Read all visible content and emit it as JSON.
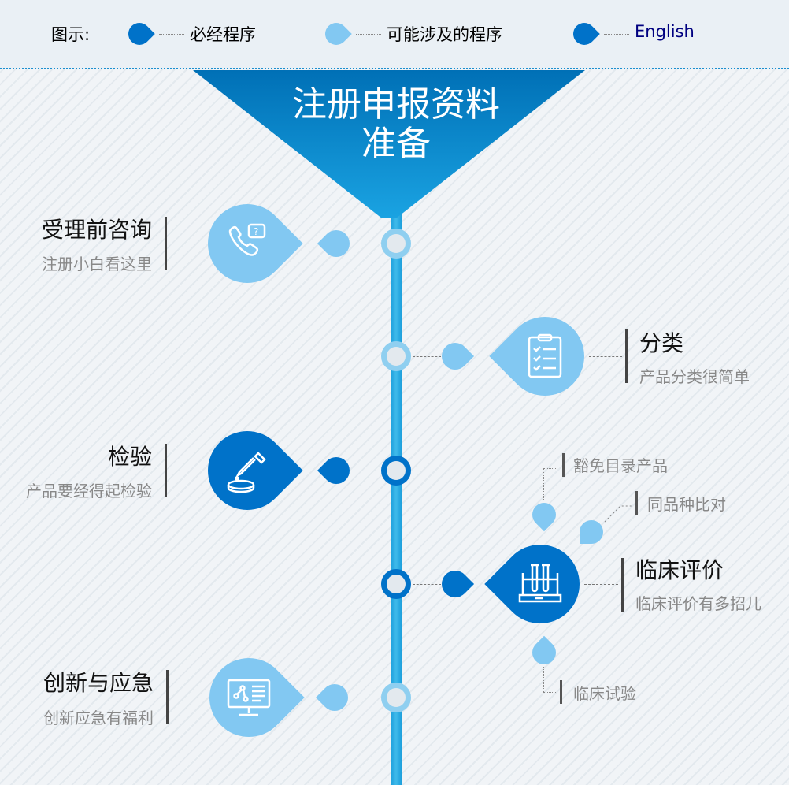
{
  "legend": {
    "label": "图示:",
    "items": [
      {
        "text": "必经程序",
        "color": "#0072c9"
      },
      {
        "text": "可能涉及的程序",
        "color": "#82c8f2"
      },
      {
        "text": "English",
        "color": "#0072c9"
      }
    ]
  },
  "header": {
    "line1": "注册申报资料",
    "line2": "准备"
  },
  "steps": [
    {
      "title": "受理前咨询",
      "sub": "注册小白看这里",
      "icon": "phone-question-icon",
      "type": "optional"
    },
    {
      "title": "分类",
      "sub": "产品分类很简单",
      "icon": "clipboard-list-icon",
      "type": "optional"
    },
    {
      "title": "检验",
      "sub": "产品要经得起检验",
      "icon": "dropper-dish-icon",
      "type": "required"
    },
    {
      "title": "临床评价",
      "sub": "临床评价有多招儿",
      "icon": "test-tubes-icon",
      "type": "required",
      "branches": [
        "豁免目录产品",
        "同品种比对",
        "临床试验"
      ]
    },
    {
      "title": "创新与应急",
      "sub": "创新应急有福利",
      "icon": "monitor-chart-icon",
      "type": "optional"
    }
  ],
  "colors": {
    "required": "#0072c9",
    "optional": "#82c8f2",
    "line": "#2aaee6"
  }
}
